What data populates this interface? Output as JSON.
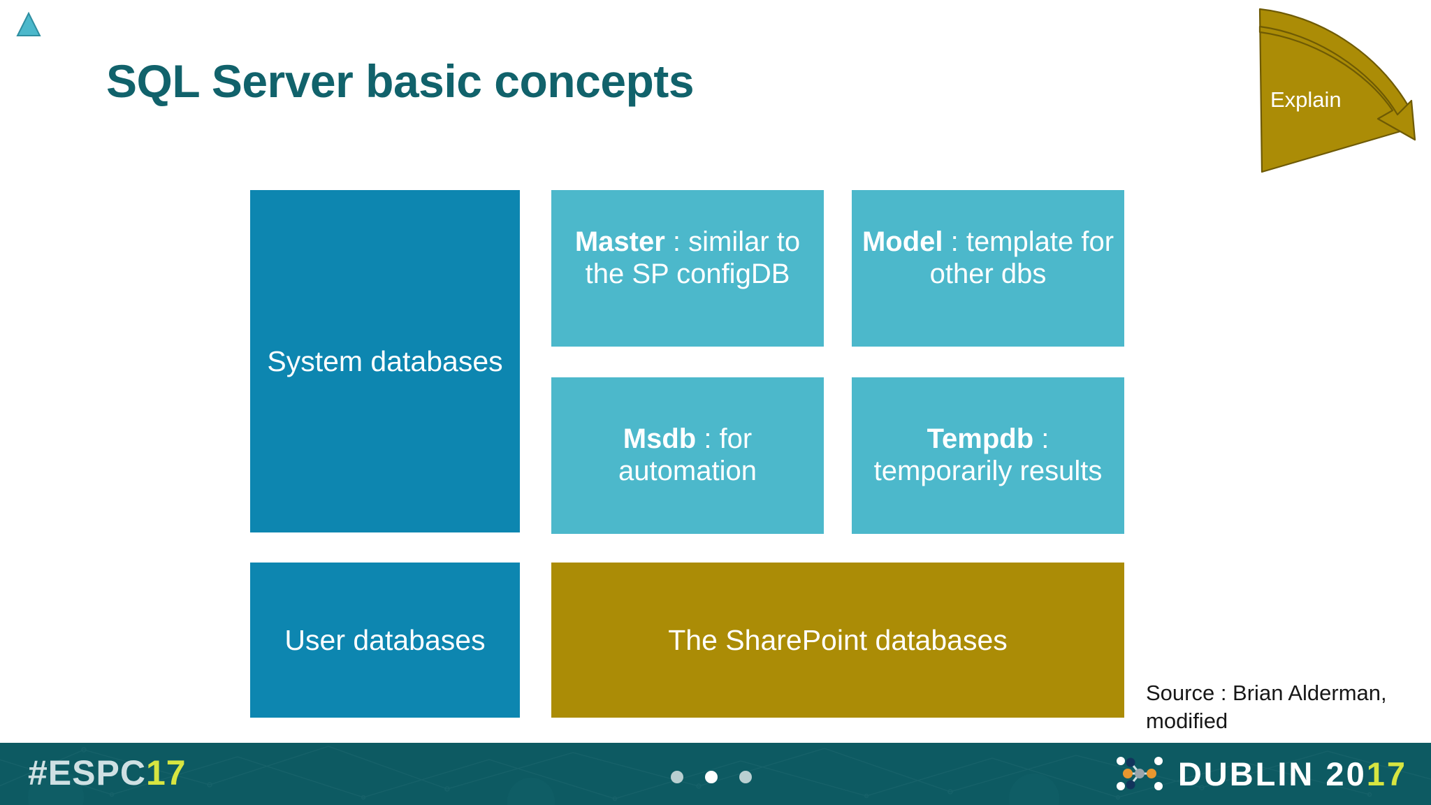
{
  "slide": {
    "title": "SQL Server basic concepts",
    "background_color": "#ffffff",
    "title_color": "#11626b"
  },
  "callout": {
    "label": "Explain",
    "fill_color": "#ab8c06",
    "stroke_color": "#6e5a04",
    "text_color": "#ffffff"
  },
  "corner_marker": {
    "name": "triangle",
    "fill_color": "#4cb8cb",
    "stroke_color": "#2e8ea0"
  },
  "diagram": {
    "boxes": [
      {
        "id": "system",
        "title": "System",
        "line2": "databases",
        "bold_part": "",
        "rest": "",
        "full_text": "System databases",
        "color": "#0d86b0"
      },
      {
        "id": "master",
        "bold_part": "Master",
        "rest": " : similar to the SP configDB",
        "full_text": "Master : similar to the SP configDB",
        "color": "#4cb8cb"
      },
      {
        "id": "model",
        "bold_part": "Model",
        "rest": " : template for other dbs",
        "full_text": "Model : template for other dbs",
        "color": "#4cb8cb"
      },
      {
        "id": "msdb",
        "bold_part": "Msdb",
        "rest": " : for automation",
        "full_text": "Msdb : for automation",
        "color": "#4cb8cb"
      },
      {
        "id": "tempdb",
        "bold_part": "Tempdb",
        "rest": " : temporarily results",
        "full_text": "Tempdb : temporarily results",
        "color": "#4cb8cb"
      },
      {
        "id": "user",
        "full_text": "User databases",
        "color": "#0d86b0"
      },
      {
        "id": "sharepoint",
        "full_text": "The SharePoint databases",
        "color": "#ab8c06"
      }
    ]
  },
  "source": {
    "text": "Source : Brian Alderman, modified"
  },
  "footer": {
    "background_color": "#0d5a62",
    "hashtag_white": "#ESPC",
    "hashtag_year": "17",
    "event_name_white": "DUBLIN 20",
    "event_name_year": "17",
    "dots": [
      {
        "active": false
      },
      {
        "active": true
      },
      {
        "active": false
      }
    ],
    "accent_color": "#d7e541"
  }
}
